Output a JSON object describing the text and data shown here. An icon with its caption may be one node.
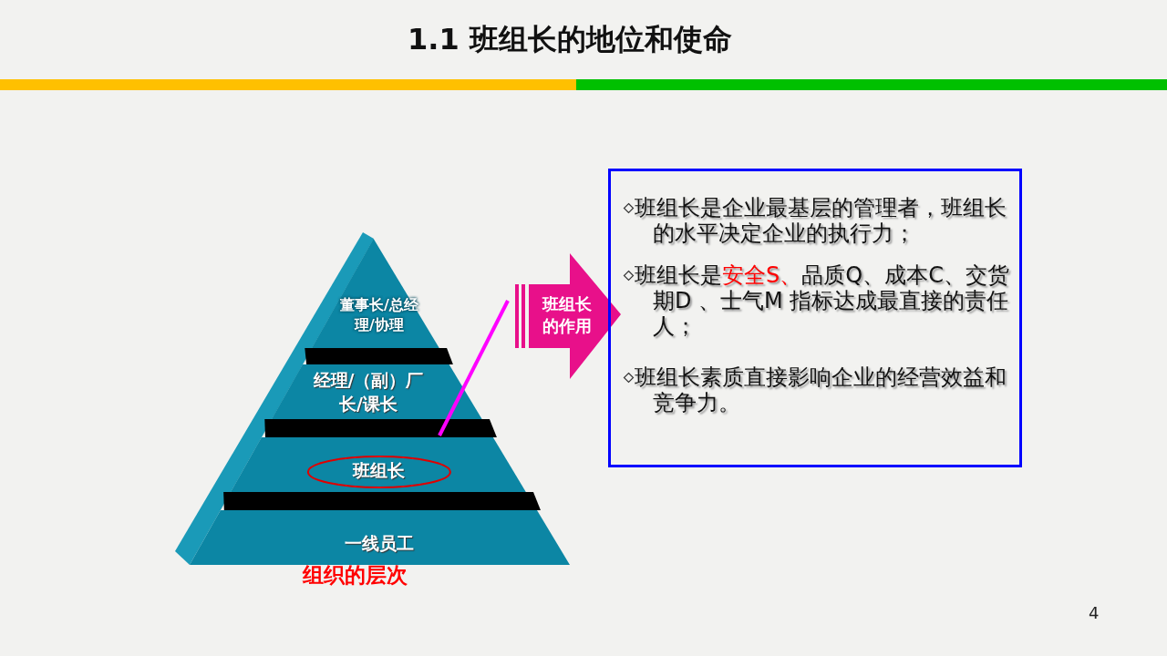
{
  "diagram": {
    "title": "1.1 班组长的地位和使命",
    "nodes": [
      {
        "text": [
          "董事长/总经理/协理"
        ]
      },
      {
        "text": [
          "经理/（副）厂长/课长"
        ]
      },
      {
        "text": [
          "班组长"
        ]
      },
      {
        "text": [
          "一线员工"
        ]
      },
      {
        "text": [
          "班组长的作用"
        ]
      },
      {
        "text": [
          "班组长是企业最基层的管理者，班组长的水平决定企业的执行力；",
          "班组长是**安全S、**品质Q、成本C、交货期D 、士气M 指标达成最直接的责任人；",
          "班组长素质直接影响企业的经营效益和竞争力。"
        ]
      }
    ],
    "edges": [
      {
        "from": 2,
        "to": 4,
        "arrow": "none",
        "color": "#ff00ff"
      }
    ],
    "labels": [
      "组织的层次",
      "4"
    ]
  }
}
